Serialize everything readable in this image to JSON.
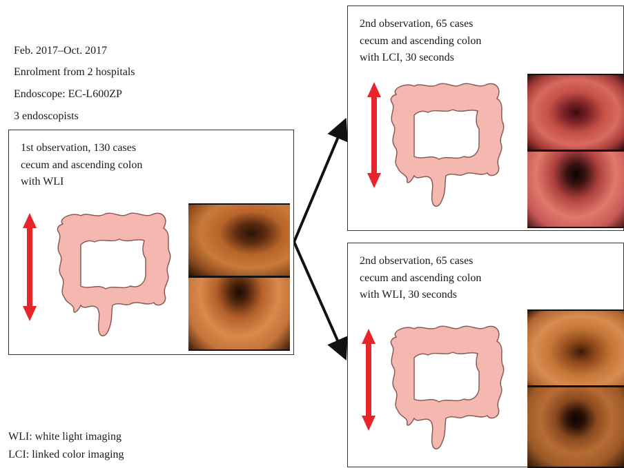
{
  "header": {
    "lines": [
      "Feb. 2017–Oct. 2017",
      "Enrolment from 2 hospitals",
      "Endoscope: EC-L600ZP",
      "3 endoscopists"
    ]
  },
  "box_first": {
    "lines": [
      "1st observation, 130 cases",
      "cecum and ascending colon",
      "with WLI"
    ]
  },
  "box_lci": {
    "lines": [
      "2nd observation, 65 cases",
      "cecum and ascending colon",
      "with LCI, 30 seconds"
    ]
  },
  "box_wli": {
    "lines": [
      "2nd observation, 65 cases",
      "cecum and ascending colon",
      "with WLI, 30 seconds"
    ]
  },
  "legend": {
    "lines": [
      "WLI: white light imaging",
      "LCI: linked color imaging"
    ]
  },
  "colors": {
    "colon_fill": "#f4b8b0",
    "colon_stroke": "#8a5a55",
    "arrow_red": "#e8242b",
    "connector": "#111111"
  }
}
